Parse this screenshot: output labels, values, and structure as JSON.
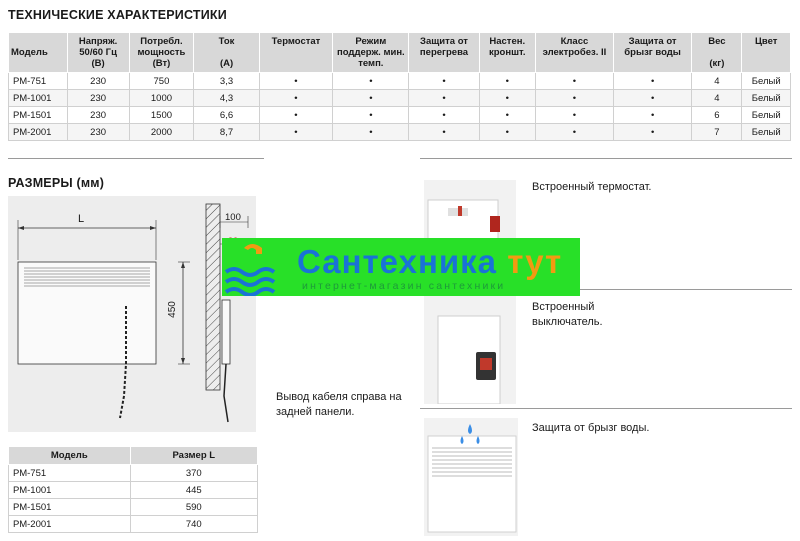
{
  "specs": {
    "title": "ТЕХНИЧЕСКИЕ ХАРАКТЕРИСТИКИ",
    "columns": [
      {
        "line1": "Модель",
        "line2": "",
        "line3": ""
      },
      {
        "line1": "Напряж.",
        "line2": "50/60 Гц",
        "line3": "(В)"
      },
      {
        "line1": "Потребл.",
        "line2": "мощность",
        "line3": "(Вт)"
      },
      {
        "line1": "Ток",
        "line2": "",
        "line3": "(А)"
      },
      {
        "line1": "Термостат",
        "line2": "",
        "line3": ""
      },
      {
        "line1": "Режим",
        "line2": "поддерж. мин.",
        "line3": "темп."
      },
      {
        "line1": "Защита от",
        "line2": "перегрева",
        "line3": ""
      },
      {
        "line1": "Настен.",
        "line2": "кроншт.",
        "line3": ""
      },
      {
        "line1": "Класс",
        "line2": "электробез. II",
        "line3": ""
      },
      {
        "line1": "Защита от",
        "line2": "брызг воды",
        "line3": ""
      },
      {
        "line1": "Вес",
        "line2": "",
        "line3": "(кг)"
      },
      {
        "line1": "Цвет",
        "line2": "",
        "line3": ""
      }
    ],
    "rows": [
      [
        "РМ-751",
        "230",
        "750",
        "3,3",
        "•",
        "•",
        "•",
        "•",
        "•",
        "•",
        "4",
        "Белый"
      ],
      [
        "РМ-1001",
        "230",
        "1000",
        "4,3",
        "•",
        "•",
        "•",
        "•",
        "•",
        "•",
        "4",
        "Белый"
      ],
      [
        "РМ-1501",
        "230",
        "1500",
        "6,6",
        "•",
        "•",
        "•",
        "•",
        "•",
        "•",
        "6",
        "Белый"
      ],
      [
        "РМ-2001",
        "230",
        "2000",
        "8,7",
        "•",
        "•",
        "•",
        "•",
        "•",
        "•",
        "7",
        "Белый"
      ]
    ]
  },
  "dimensions": {
    "title": "РАЗМЕРЫ (мм)",
    "label_l": "L",
    "label_height": "450",
    "label_depth": "100",
    "label_offset": "82"
  },
  "sizes": {
    "headers": [
      "Модель",
      "Размер L"
    ],
    "rows": [
      [
        "РМ-751",
        "370"
      ],
      [
        "РМ-1001",
        "445"
      ],
      [
        "РМ-1501",
        "590"
      ],
      [
        "РМ-2001",
        "740"
      ]
    ]
  },
  "features": {
    "cable_caption": "Вывод кабеля справа на задней панели.",
    "thermostat": "Встроенный термостат.",
    "switch_line1": "Встроенный",
    "switch_line2": "выключатель.",
    "splash": "Защита от брызг воды."
  },
  "watermark": {
    "brand_main": "Сантехника ",
    "brand_accent": "тут",
    "subtitle": "интернет-магазин сантехники"
  },
  "colors": {
    "header_bg": "#d8d8d8",
    "banner_green": "#28e028",
    "brand_blue": "#1a73d6",
    "brand_orange": "#f29a12"
  }
}
